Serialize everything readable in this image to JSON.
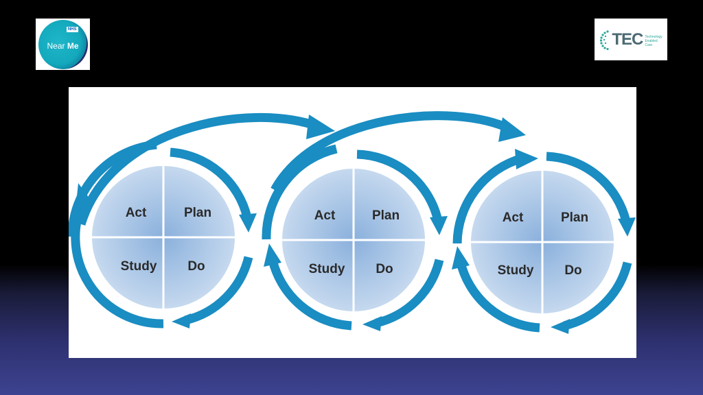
{
  "logos": {
    "left": {
      "brand": "NHS",
      "text_regular": "Near ",
      "text_bold": "Me"
    },
    "right": {
      "word": "TEC",
      "tagline": [
        "Technology",
        "Enabled",
        "Care"
      ]
    }
  },
  "cycles": [
    {
      "act": "Act",
      "plan": "Plan",
      "study": "Study",
      "do": "Do"
    },
    {
      "act": "Act",
      "plan": "Plan",
      "study": "Study",
      "do": "Do"
    },
    {
      "act": "Act",
      "plan": "Plan",
      "study": "Study",
      "do": "Do"
    }
  ],
  "colors": {
    "arrow": "#1a8dc2",
    "quadrant_light": "#dbe7f5",
    "quadrant_dark": "#8ab0dc",
    "divider": "#ffffff"
  }
}
